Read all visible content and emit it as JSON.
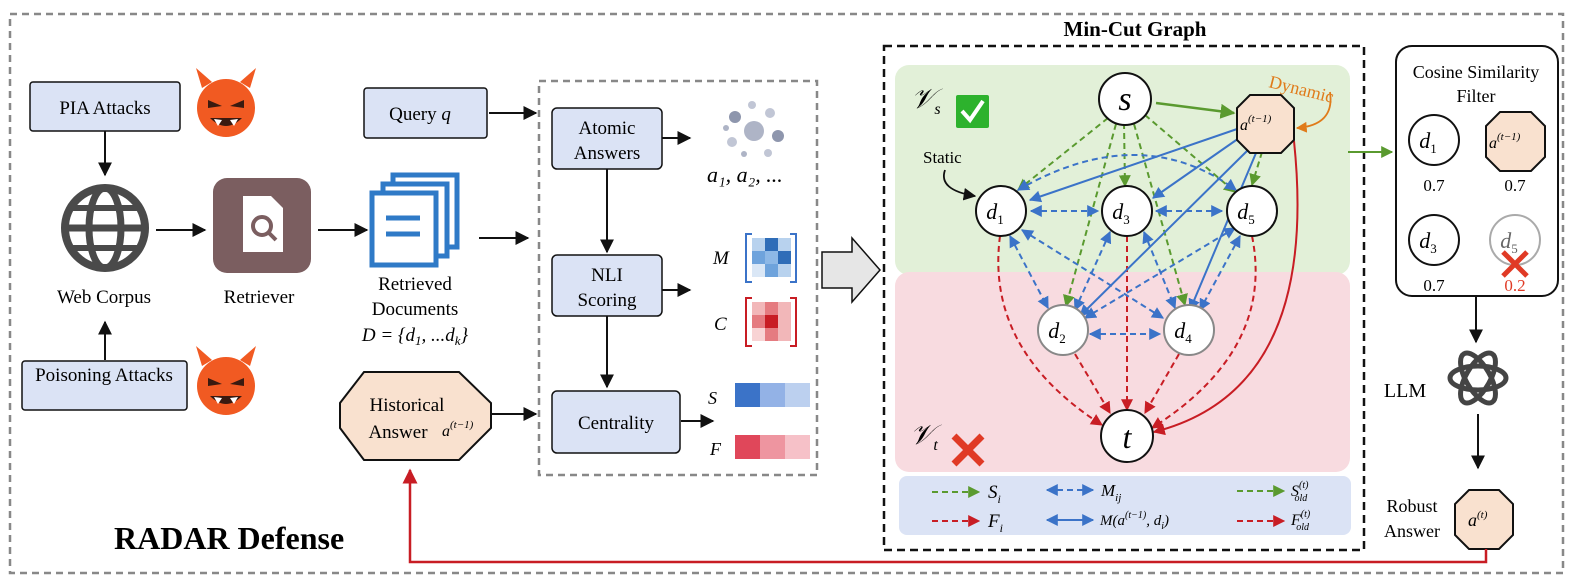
{
  "attacks": {
    "pia": "PIA Attacks",
    "poisoning": "Poisoning Attacks"
  },
  "web_corpus": "Web Corpus",
  "retriever": "Retriever",
  "retrieved": {
    "line1": "Retrieved",
    "line2": "Documents",
    "formula": "D = {d",
    "formula_rest": ", ...d",
    "formula_end": "}"
  },
  "query": {
    "label": "Query",
    "var": "q"
  },
  "historical": {
    "line1": "Historical",
    "line2": "Answer"
  },
  "steps": {
    "atomic1": "Atomic",
    "atomic2": "Answers",
    "nli1": "NLI",
    "nli2": "Scoring",
    "centrality": "Centrality"
  },
  "atomic_outputs": "a₁, a₂, ...",
  "matrix_labels": {
    "m": "M",
    "c": "C",
    "s": "S",
    "f": "F"
  },
  "title": "RADAR Defense",
  "graph": {
    "title": "Min-Cut Graph",
    "vs": "𝒱",
    "vs_sub": "s",
    "vt": "𝒱",
    "vt_sub": "t",
    "static": "Static",
    "dynamic": "Dynamic",
    "nodes": {
      "s": "s",
      "t": "t",
      "d1": "d",
      "d1_sub": "1",
      "d2": "d",
      "d2_sub": "2",
      "d3": "d",
      "d3_sub": "3",
      "d4": "d",
      "d4_sub": "4",
      "d5": "d",
      "d5_sub": "5",
      "a": "a",
      "a_sup": "(t−1)"
    }
  },
  "legend": {
    "si": "S",
    "si_sub": "i",
    "fi": "F",
    "fi_sub": "i",
    "mij": "M",
    "mij_sub": "ij",
    "m_full": "M(a",
    "m_full_sup": "(t−1)",
    "m_full_end": ", d",
    "m_full_sub": "i",
    "m_full_close": ")",
    "sold": "S",
    "sold_sub": "old",
    "sold_sup": "(t)",
    "fold": "F",
    "fold_sub": "old",
    "fold_sup": "(t)"
  },
  "filter": {
    "title1": "Cosine Similarity",
    "title2": "Filter",
    "d1_score": "0.7",
    "a_score": "0.7",
    "d3_score": "0.7",
    "d5_score": "0.2"
  },
  "llm": "LLM",
  "robust": {
    "line1": "Robust",
    "line2": "Answer",
    "var": "a",
    "sup": "(t)"
  },
  "colors": {
    "box_fill": "#dbe3f5",
    "answer_fill": "#f9e1cf",
    "green_region": "#e2f0d8",
    "red_region": "#f8dbe0",
    "green_edge": "#5a9a2f",
    "red_edge": "#c81d24",
    "blue_edge": "#3b73c8",
    "dynamic": "#e07b1a"
  }
}
